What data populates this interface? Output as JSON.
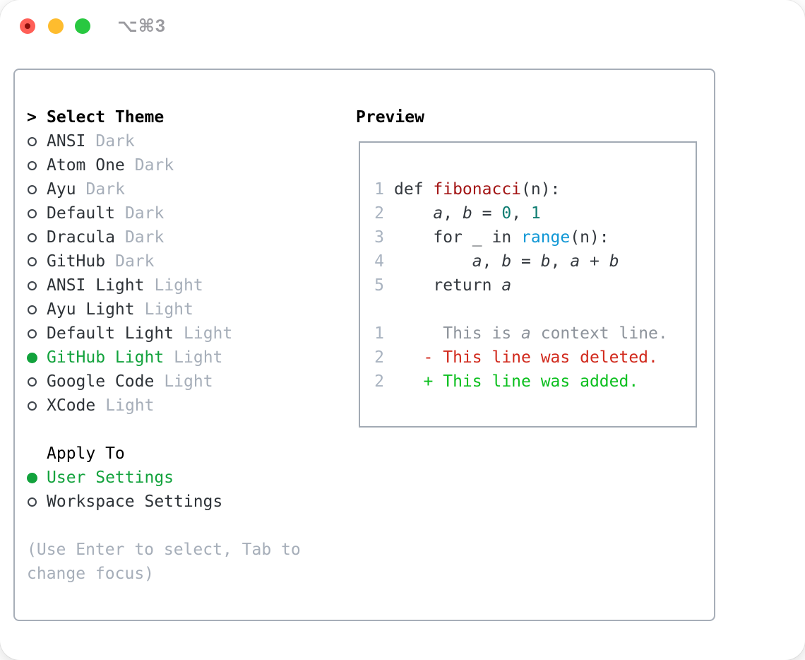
{
  "window": {
    "title": "⌥⌘3",
    "traffic_lights": {
      "close_color": "#ff5f57",
      "close_dot_color": "#8c0e0b",
      "minimize_color": "#febc2e",
      "zoom_color": "#28c840"
    }
  },
  "colors": {
    "selected_green": "#12a23c",
    "added_green": "#0bbf1e",
    "deleted_red": "#d1291c",
    "function_red": "#a31515",
    "number_teal": "#0f7d72",
    "builtin_blue": "#1097d5",
    "muted_gray": "#a6aeb9",
    "border_gray": "#a7aeb8"
  },
  "theme_picker": {
    "prompt": ">",
    "header": "Select Theme",
    "items": [
      {
        "label": "ANSI",
        "tag": "Dark",
        "selected": false
      },
      {
        "label": "Atom One",
        "tag": "Dark",
        "selected": false
      },
      {
        "label": "Ayu",
        "tag": "Dark",
        "selected": false
      },
      {
        "label": "Default",
        "tag": "Dark",
        "selected": false
      },
      {
        "label": "Dracula",
        "tag": "Dark",
        "selected": false
      },
      {
        "label": "GitHub",
        "tag": "Dark",
        "selected": false
      },
      {
        "label": "ANSI Light",
        "tag": "Light",
        "selected": false
      },
      {
        "label": "Ayu Light",
        "tag": "Light",
        "selected": false
      },
      {
        "label": "Default Light",
        "tag": "Light",
        "selected": false
      },
      {
        "label": "GitHub Light",
        "tag": "Light",
        "selected": true
      },
      {
        "label": "Google Code",
        "tag": "Light",
        "selected": false
      },
      {
        "label": "XCode",
        "tag": "Light",
        "selected": false
      }
    ],
    "apply_to": {
      "header": "Apply To",
      "options": [
        {
          "label": "User Settings",
          "selected": true
        },
        {
          "label": "Workspace Settings",
          "selected": false
        }
      ]
    },
    "hint_lines": [
      "(Use Enter to select, Tab to",
      "change focus)"
    ]
  },
  "preview": {
    "header": "Preview",
    "lines": [
      {
        "n": "1",
        "seg": [
          [
            "def ",
            "pl"
          ],
          [
            "fibonacci",
            "fn"
          ],
          [
            "(n):",
            "pl"
          ]
        ]
      },
      {
        "n": "2",
        "seg": [
          [
            "    ",
            "pl"
          ],
          [
            "a",
            "va"
          ],
          [
            ", ",
            "pl"
          ],
          [
            "b",
            "va"
          ],
          [
            " = ",
            "pl"
          ],
          [
            "0",
            "nu"
          ],
          [
            ", ",
            "pl"
          ],
          [
            "1",
            "nu"
          ]
        ]
      },
      {
        "n": "3",
        "seg": [
          [
            "    for _ in ",
            "pl"
          ],
          [
            "range",
            "bi"
          ],
          [
            "(n):",
            "pl"
          ]
        ]
      },
      {
        "n": "4",
        "seg": [
          [
            "        ",
            "pl"
          ],
          [
            "a",
            "va"
          ],
          [
            ", ",
            "pl"
          ],
          [
            "b",
            "va"
          ],
          [
            " = ",
            "pl"
          ],
          [
            "b",
            "va"
          ],
          [
            ", ",
            "pl"
          ],
          [
            "a",
            "va"
          ],
          [
            " + ",
            "pl"
          ],
          [
            "b",
            "va"
          ]
        ]
      },
      {
        "n": "5",
        "seg": [
          [
            "    return ",
            "pl"
          ],
          [
            "a",
            "va"
          ]
        ]
      },
      {
        "n": "",
        "seg": []
      },
      {
        "n": "1",
        "seg": [
          [
            "     This is ",
            "ctx"
          ],
          [
            "a",
            "ctxv"
          ],
          [
            " context line.",
            "ctx"
          ]
        ]
      },
      {
        "n": "2",
        "seg": [
          [
            "   - This line was deleted.",
            "del"
          ]
        ]
      },
      {
        "n": "2",
        "seg": [
          [
            "   + This line was added.",
            "add"
          ]
        ]
      }
    ]
  }
}
